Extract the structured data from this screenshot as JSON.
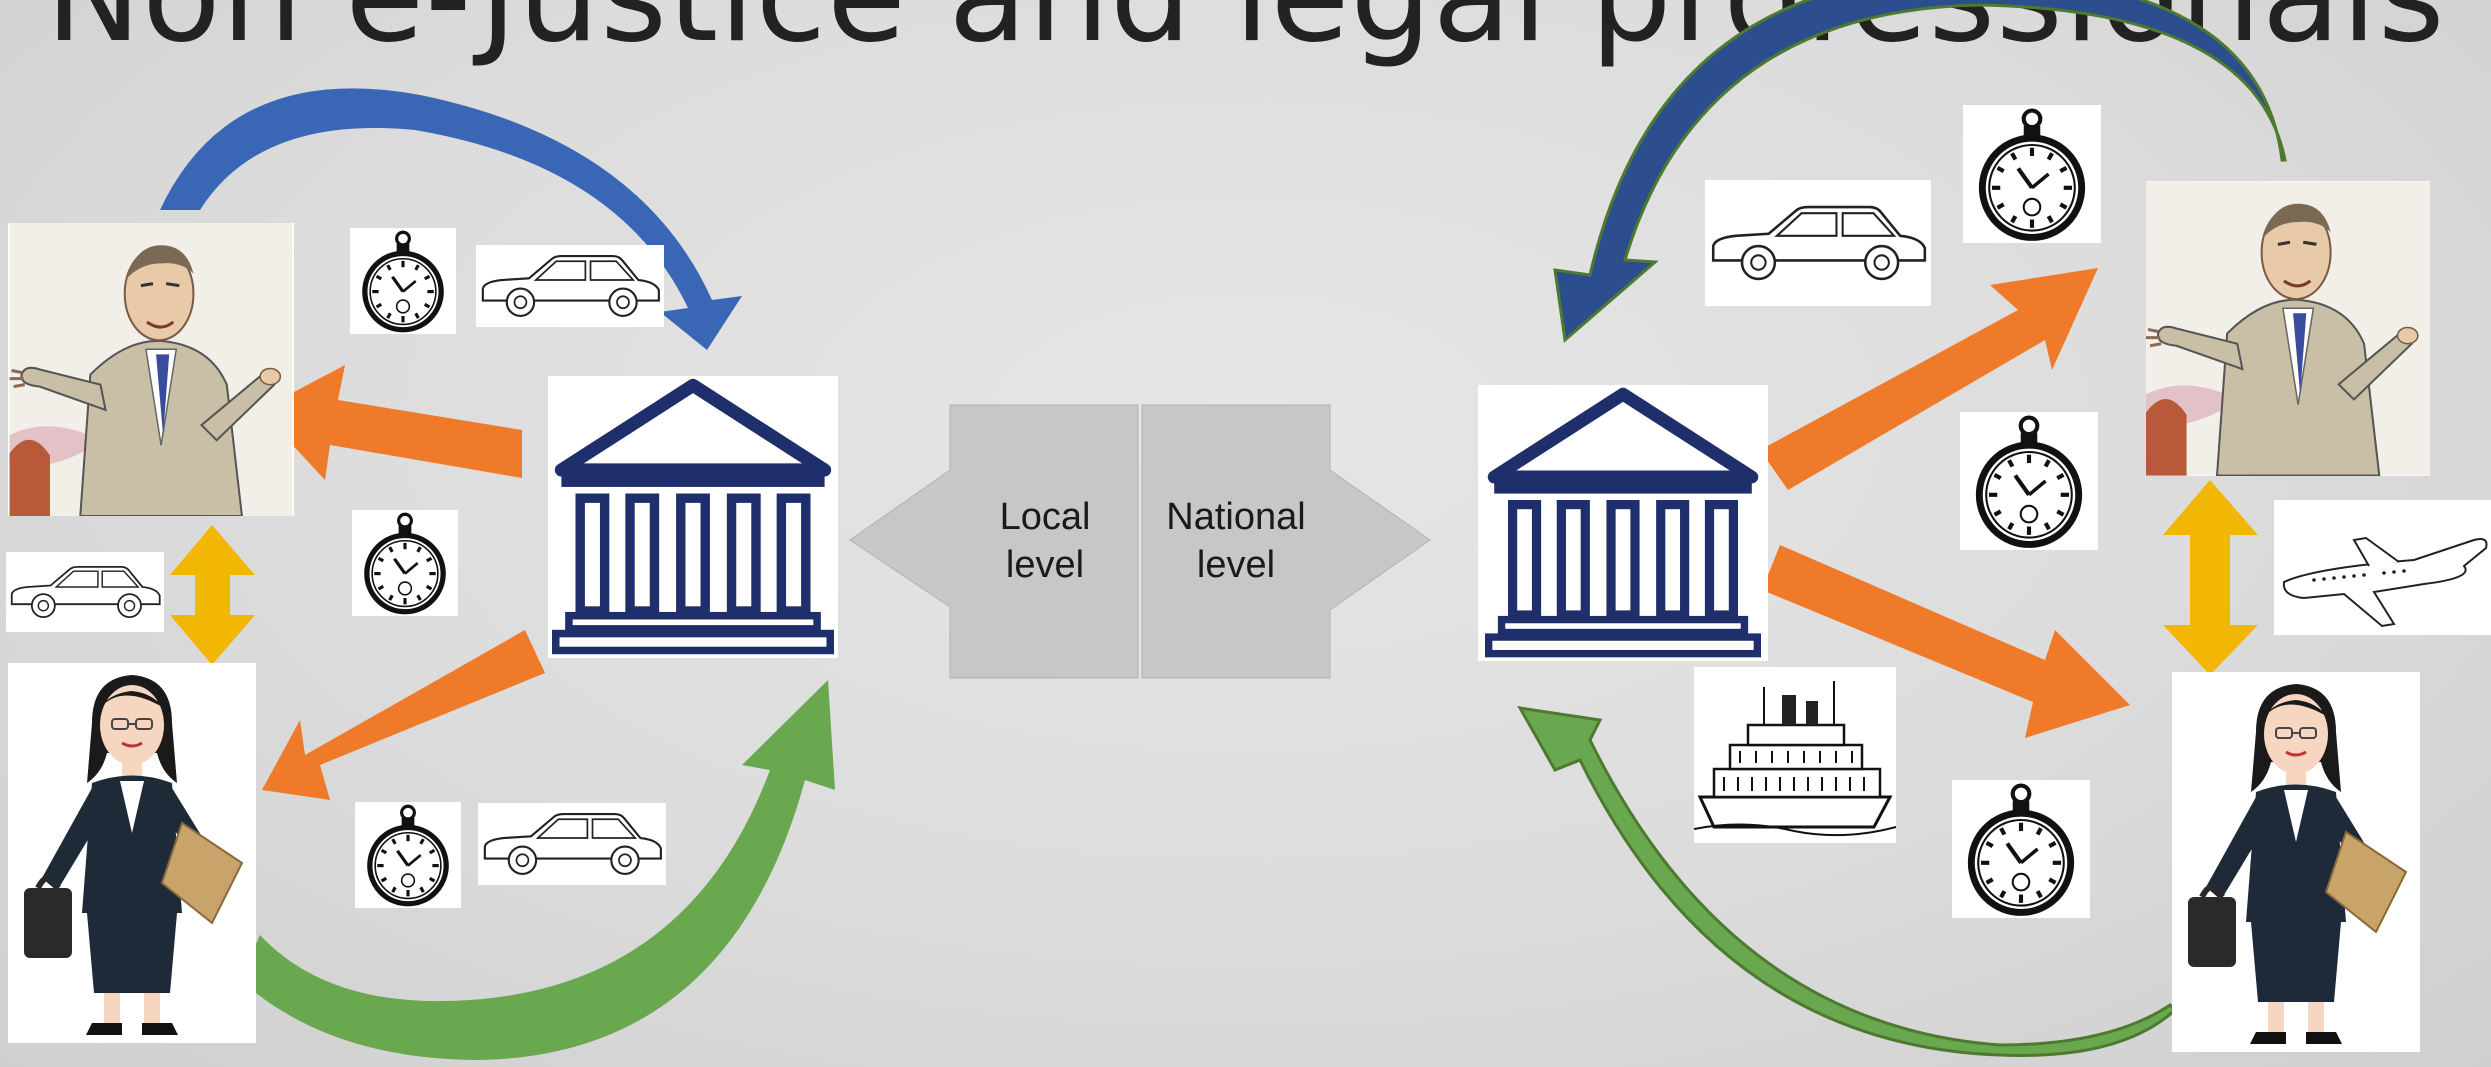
{
  "slide": {
    "title": "Non e-Justice and legal professionals",
    "center_boxes": {
      "left_line1": "Local",
      "left_line2": "level",
      "right_line1": "National",
      "right_line2": "level"
    }
  },
  "icons": {
    "court": "court-building-icon",
    "clock": "pocket-watch-icon",
    "car": "car-icon",
    "plane": "airplane-icon",
    "ship": "ship-icon",
    "judge": "judge-illustration",
    "lawyer": "lawyer-illustration"
  },
  "colors": {
    "court_blue": "#1f2f6b",
    "arrow_blue": "#3a67b5",
    "arrow_blue_dark": "#2c4e8e",
    "arrow_orange": "#ef7a2a",
    "arrow_green": "#6aa84f",
    "arrow_yellow": "#f2b705",
    "center_box": "#c7c7c7"
  }
}
